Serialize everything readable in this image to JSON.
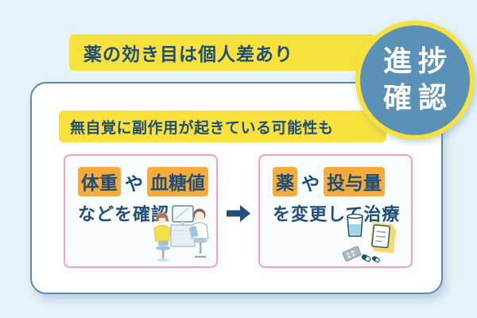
{
  "colors": {
    "background": "#e5f2f7",
    "accent_yellow": "#f8e13c",
    "text_blue": "#1f4e78",
    "badge_blue": "#5b91b6",
    "frame_border": "#5d88ad",
    "step_border": "#f9a0bc",
    "highlight_orange": "#f6ab3c",
    "step_bg": "#f8fcfd"
  },
  "header": {
    "title": "薬の効き目は個人差あり"
  },
  "badge": {
    "line1": "進捗",
    "line2": "確認"
  },
  "frame": {
    "subtitle": "無自覚に副作用が起きている可能性も"
  },
  "steps": [
    {
      "highlight1": "体重",
      "connector": "や",
      "highlight2": "血糖値",
      "caption": "などを確認",
      "illustration": "doctor-patient-consultation"
    },
    {
      "highlight1": "薬",
      "connector": "や",
      "highlight2": "投与量",
      "caption": "を変更して治療",
      "illustration": "medicine-and-dosage"
    }
  ],
  "arrow": {
    "icon": "right-arrow"
  }
}
